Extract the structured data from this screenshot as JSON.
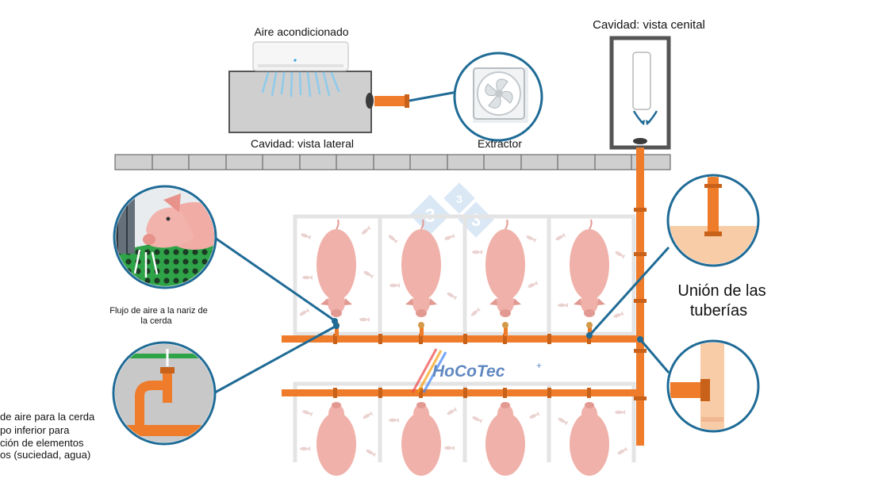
{
  "labels": {
    "air_conditioner": "Aire acondicionado",
    "cavity_side_view": "Cavidad: vista lateral",
    "extractor": "Extractor",
    "cavity_top_view": "Cavidad: vista cenital",
    "pipe_union_line1": "Unión de las",
    "pipe_union_line2": "tuberías",
    "airflow_nose_line1": "Flujo de aire a la nariz de",
    "airflow_nose_line2": "la cerda",
    "lower_pipe_line1": "de aire para la cerda",
    "lower_pipe_line2": "po inferior para",
    "lower_pipe_line3": "ción de elementos",
    "lower_pipe_line4": "os (suciedad, agua)"
  },
  "watermark": {
    "logo_text": "HoCoTec",
    "badge_numbers": [
      "3",
      "3",
      "3"
    ]
  },
  "colors": {
    "pipe": "#ee7c2a",
    "pipe_dark": "#c8611a",
    "callout_ring": "#1f6b96",
    "pig": "#f0b1aa",
    "pen_frame": "#e4e4e4",
    "wall": "#cfcfcf",
    "air_blue": "#8ecbeb",
    "floor_green": "#2fa348",
    "pipe_union_fill": "#f8cca6"
  }
}
